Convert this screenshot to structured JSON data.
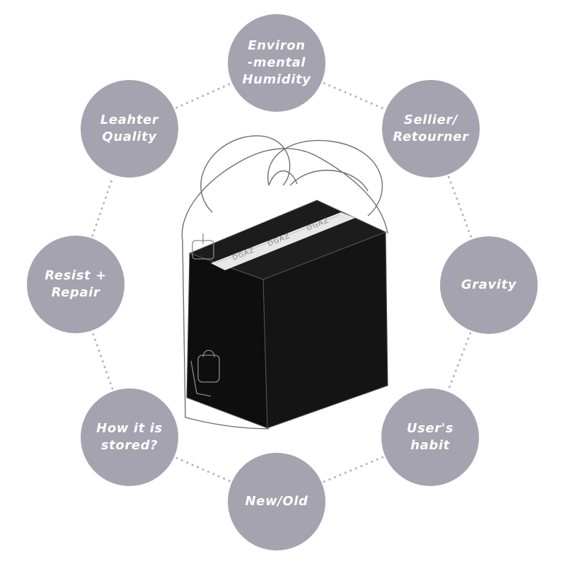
{
  "colors": {
    "bubble": "#a5a3af",
    "bubble_text": "#ffffff",
    "connector": "#b4b4b4",
    "box": "#111111",
    "band": "#e7e7e7"
  },
  "factors": [
    {
      "id": "humidity",
      "label": "Environ\n-mental\nHumidity"
    },
    {
      "id": "seller",
      "label": "Sellier/\nRetourner"
    },
    {
      "id": "gravity",
      "label": "Gravity"
    },
    {
      "id": "user-habit",
      "label": "User's\nhabit"
    },
    {
      "id": "new-old",
      "label": "New/Old"
    },
    {
      "id": "storage",
      "label": "How it is\nstored?"
    },
    {
      "id": "repair",
      "label": "Resist +\nRepair"
    },
    {
      "id": "leather",
      "label": "Leahter\nQuality"
    }
  ],
  "product": {
    "icon": "bag-organizer-illustration",
    "band_text": [
      "DGAZ",
      "DGAZ",
      "DGAZ"
    ]
  }
}
